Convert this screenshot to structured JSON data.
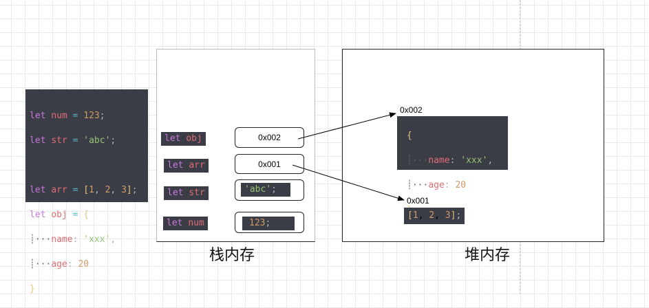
{
  "source_code": {
    "line1": {
      "kw": "let",
      "name": "num",
      "op": "=",
      "value": "123",
      "end": ";"
    },
    "line2": {
      "kw": "let",
      "name": "str",
      "op": "=",
      "value": "'abc'",
      "end": ";"
    },
    "line3": {
      "kw": "let",
      "name": "arr",
      "op": "=",
      "open": "[",
      "v1": "1",
      "v2": "2",
      "v3": "3",
      "close": "]",
      "end": ";"
    },
    "line4": {
      "kw": "let",
      "name": "obj",
      "op": "=",
      "open": "{"
    },
    "line5": {
      "key": "name",
      "value": "'xxx'"
    },
    "line6": {
      "key": "age",
      "value": "20"
    },
    "line7": {
      "close": "}"
    }
  },
  "stack": {
    "caption": "栈内存",
    "rows": [
      {
        "label_kw": "let",
        "label_name": "obj",
        "value": "0x002"
      },
      {
        "label_kw": "let",
        "label_name": "arr",
        "value": "0x001"
      },
      {
        "label_kw": "let",
        "label_name": "str",
        "value": "'abc'",
        "value_end": ";"
      },
      {
        "label_kw": "let",
        "label_name": "num",
        "value": "123",
        "value_end": ";"
      }
    ]
  },
  "heap": {
    "caption": "堆内存",
    "object": {
      "address": "0x002",
      "open": "{",
      "key1": "name",
      "val1": "'xxx'",
      "key2": "age",
      "val2": "20",
      "close": "}"
    },
    "array": {
      "address": "0x001",
      "open": "[",
      "v1": "1",
      "v2": "2",
      "v3": "3",
      "close": "]",
      "end": ";"
    }
  },
  "colors": {
    "code_bg": "#3a3d45",
    "keyword": "#c678dd",
    "variable": "#e06c75",
    "number": "#d19a66",
    "string": "#98c379",
    "bracket": "#e5c07b"
  }
}
